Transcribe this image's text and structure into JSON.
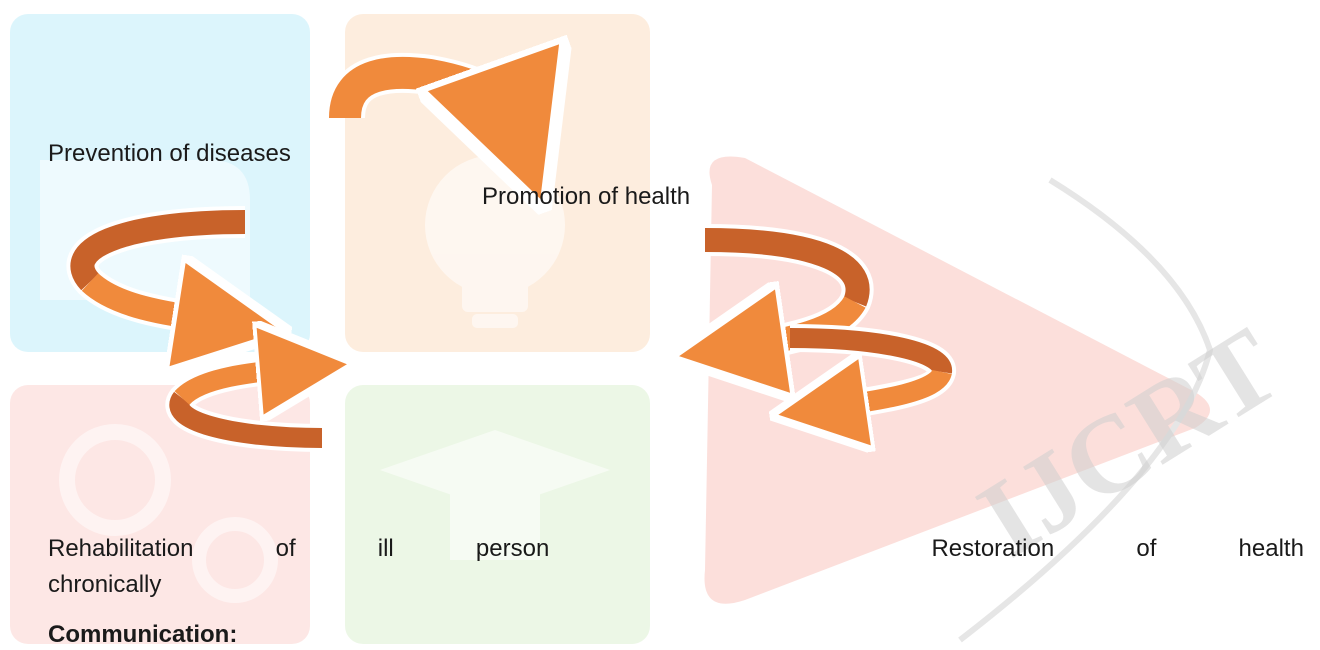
{
  "diagram": {
    "prevention": "Prevention of diseases",
    "promotion": "Promotion of health",
    "rehab_words": [
      "Rehabilitation",
      "of",
      "ill",
      "person"
    ],
    "restoration_words": [
      "Restoration",
      "of",
      "health"
    ],
    "chronically": "chronically"
  },
  "section_heading": "Communication:",
  "watermark": {
    "text": "IJCRT",
    "colors": {
      "blue": "#5fd0f2",
      "orange": "#f8c08a",
      "red": "#f6928a",
      "green": "#a9dc8e",
      "play": "#f79b8e"
    }
  },
  "arrow_colors": {
    "light": "#f08a3c",
    "dark": "#c8622a",
    "edge": "#ffffff"
  }
}
